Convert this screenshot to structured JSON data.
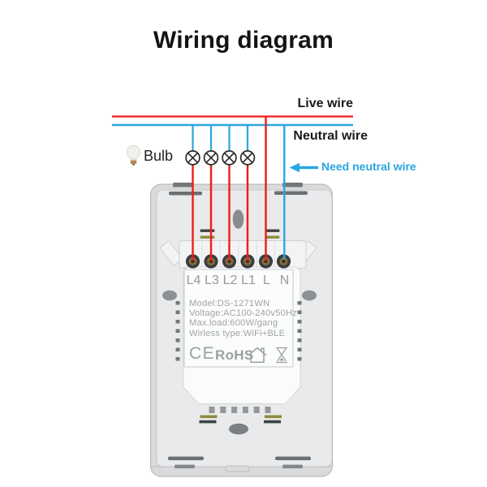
{
  "title": "Wiring diagram",
  "labels": {
    "live_wire": "Live wire",
    "neutral_wire": "Neutral wire",
    "bulb": "Bulb",
    "need_neutral_wire": "Need neutral wire"
  },
  "switch": {
    "terminal_labels": [
      "L4",
      "L3",
      "L2",
      "L1",
      "L",
      "N"
    ],
    "specs": [
      "Model:DS-1271WN",
      "Voltage:AC100-240v50Hz",
      "Max.load:600W/gang",
      "Wirless type:WiFi+BLE"
    ],
    "certifications": {
      "ce": "CE",
      "rohs": "RoHS"
    }
  },
  "icons": {
    "bulb": "bulb-icon",
    "lamp_symbol": "circle-x-lamp-icon",
    "left_arrow": "left-arrow-icon",
    "house": "indoor-use-house-icon",
    "hourglass": "hourglass-icon"
  },
  "colors": {
    "live_wire_red": "#ed1e17",
    "neutral_wire_blue": "#2aa6e2",
    "annotation_blue": "#2aa6e2",
    "plate_gray": "#d8dadb",
    "module_white": "#fafbfb",
    "print_gray": "#9da0a2"
  }
}
